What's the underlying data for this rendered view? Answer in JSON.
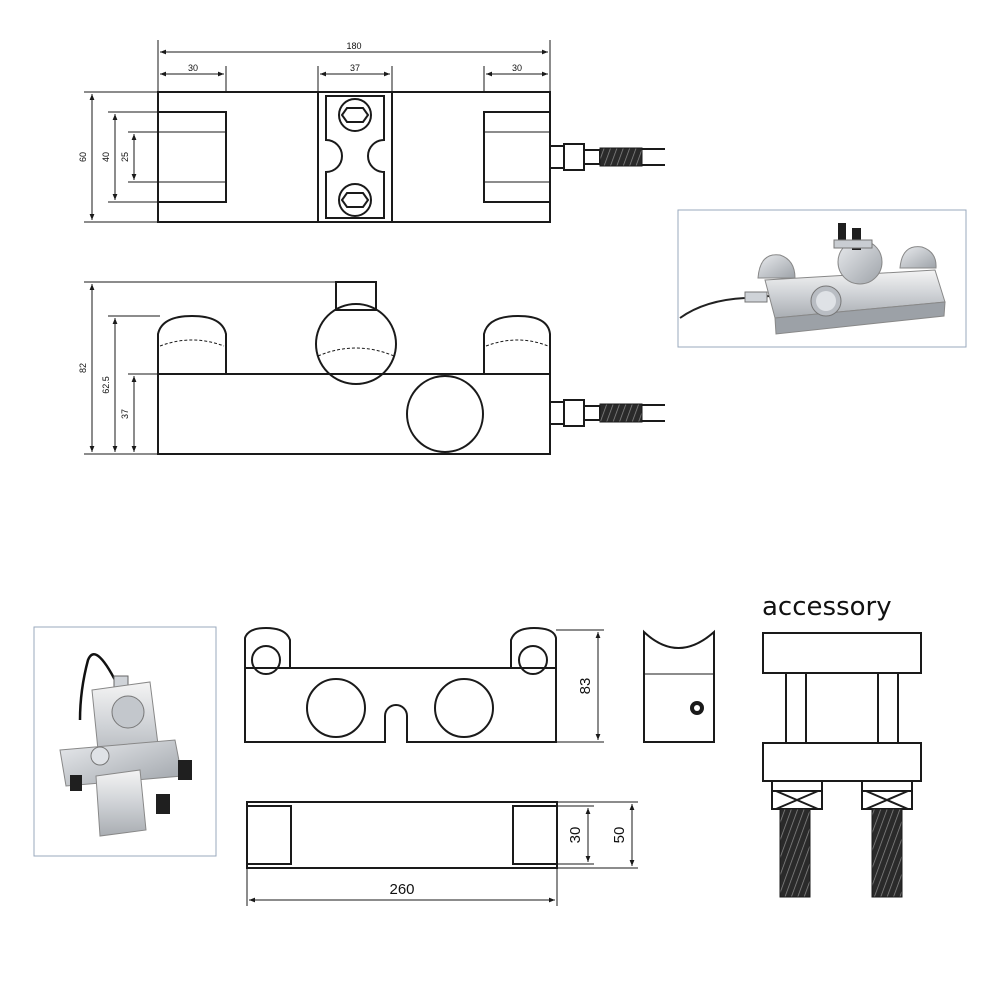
{
  "top_view": {
    "dim_total_width": "180",
    "dim_left_block": "30",
    "dim_center": "37",
    "dim_right_block": "30",
    "dim_height_outer": "60",
    "dim_height_mid": "40",
    "dim_height_inner": "25"
  },
  "side_view": {
    "dim_total_height": "82",
    "dim_mid_height": "62.5",
    "dim_body_height": "37"
  },
  "lower_front_view": {
    "dim_height": "83"
  },
  "lower_top_view": {
    "dim_inner": "30",
    "dim_outer": "50",
    "dim_length": "260"
  },
  "accessory": {
    "title": "accessory"
  }
}
